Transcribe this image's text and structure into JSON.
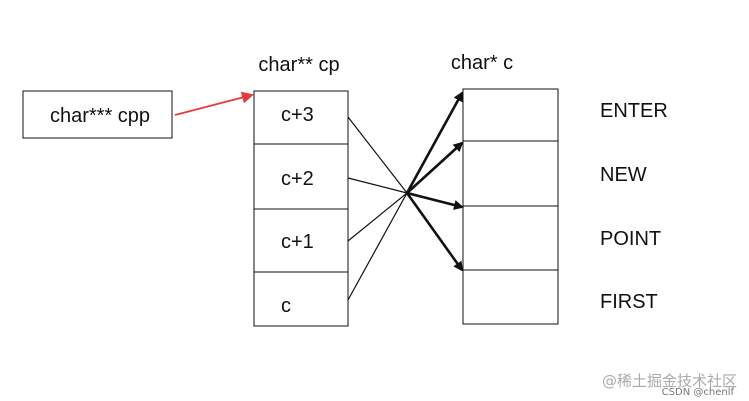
{
  "diagram": {
    "cpp_label": "char*** cpp",
    "cp_title": "char** cp",
    "c_title": "char* c",
    "cp_cells": [
      "c+3",
      "c+2",
      "c+1",
      "c"
    ],
    "strings": [
      "ENTER",
      "NEW",
      "POINT",
      "FIRST"
    ],
    "red_arrow_color": "#e8393b",
    "line_color": "#111111"
  },
  "watermark": {
    "site": "@稀土掘金技术社区",
    "source": "CSDN @chenlf"
  }
}
